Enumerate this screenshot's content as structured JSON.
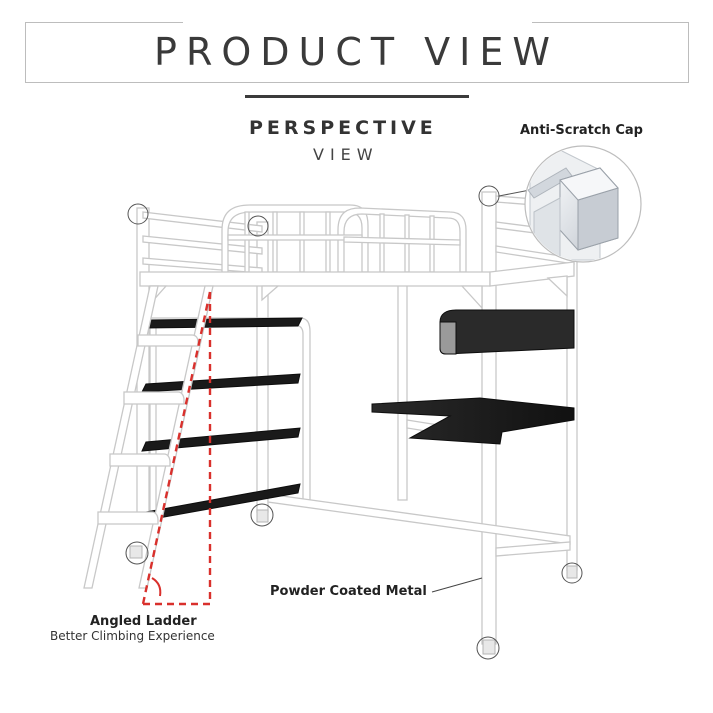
{
  "header": {
    "title": "PRODUCT VIEW"
  },
  "section": {
    "title": "PERSPECTIVE",
    "subtitle": "VIEW"
  },
  "callouts": {
    "anti_scratch_cap": "Anti-Scratch Cap",
    "powder_coated_metal": "Powder Coated Metal",
    "angled_ladder": "Angled Ladder",
    "angled_ladder_sub": "Better Climbing Experience"
  },
  "colors": {
    "frame_white": "#ffffff",
    "frame_edge": "#cfcfcf",
    "shelf_black": "#1a1a1a",
    "ladder_angle_red": "#d9302c",
    "accent_dark": "#3b3b3b"
  },
  "icons": {
    "cap_closeup": "anti-scratch-cap-closeup"
  }
}
